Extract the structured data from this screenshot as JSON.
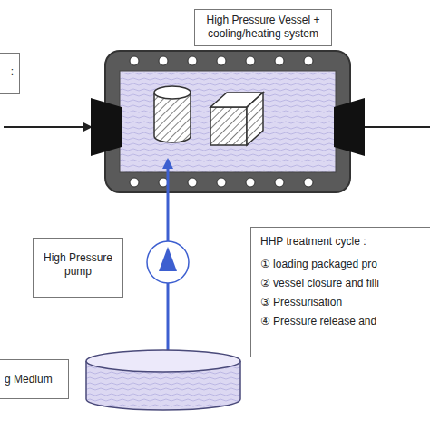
{
  "diagram": {
    "nodes": [
      {
        "text": [
          ":"
        ]
      },
      {
        "text": [
          "High Pressure Vessel + cooling/heating system"
        ]
      },
      {
        "text": [
          "High Pressure pump"
        ]
      },
      {
        "text": [
          "HHP treatment cycle :",
          "① loading packaged pro",
          "② vessel closure and filli",
          "③ Pressurisation",
          "④ Pressure release and"
        ]
      },
      {
        "text": [
          "g Medium"
        ]
      }
    ]
  }
}
